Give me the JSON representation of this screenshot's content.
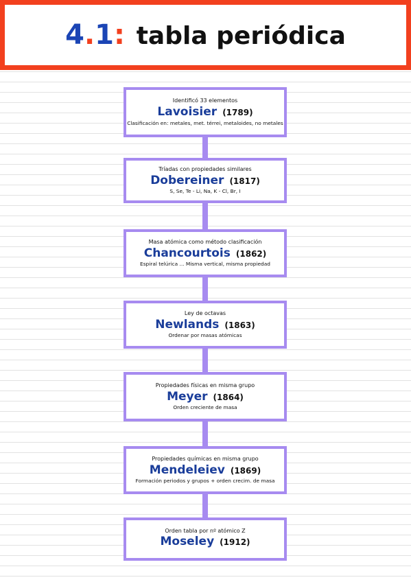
{
  "header": {
    "number_major": "4",
    "number_dot": ".",
    "number_minor": "1",
    "number_colon": ":",
    "title": "tabla periódica"
  },
  "colors": {
    "border_red": "#f2401e",
    "number_blue": "#1b45b5",
    "box_purple": "#a78bf0",
    "name_blue": "#1a3d9a"
  },
  "timeline": [
    {
      "top_text": "Identificó 33 elementos",
      "name": "Lavoisier",
      "year": "(1789)",
      "bottom_text": "Clasificación en: metales, met. térrei, metaloides, no metales"
    },
    {
      "top_text": "Tríadas con propiedades similares",
      "name": "Dobereiner",
      "year": "(1817)",
      "bottom_text": "S, Se, Te  -  Li, Na, K  -  Cl, Br, I"
    },
    {
      "top_text": "Masa atómica como método clasificación",
      "name": "Chancourtois",
      "year": "(1862)",
      "bottom_text": "Espiral telúrica ... Misma vertical, misma propiedad"
    },
    {
      "top_text": "Ley de octavas",
      "name": "Newlands",
      "year": "(1863)",
      "bottom_text": "Ordenar por masas atómicas"
    },
    {
      "top_text": "Propiedades físicas en misma grupo",
      "name": "Meyer",
      "year": "(1864)",
      "bottom_text": "Orden creciente de masa"
    },
    {
      "top_text": "Propiedades químicas en misma grupo",
      "name": "Mendeleiev",
      "year": "(1869)",
      "bottom_text": "Formación periodos y grupos + orden crecim. de masa"
    },
    {
      "top_text": "Orden tabla por nº atómico Z",
      "name": "Moseley",
      "year": "(1912)",
      "bottom_text": ""
    }
  ]
}
